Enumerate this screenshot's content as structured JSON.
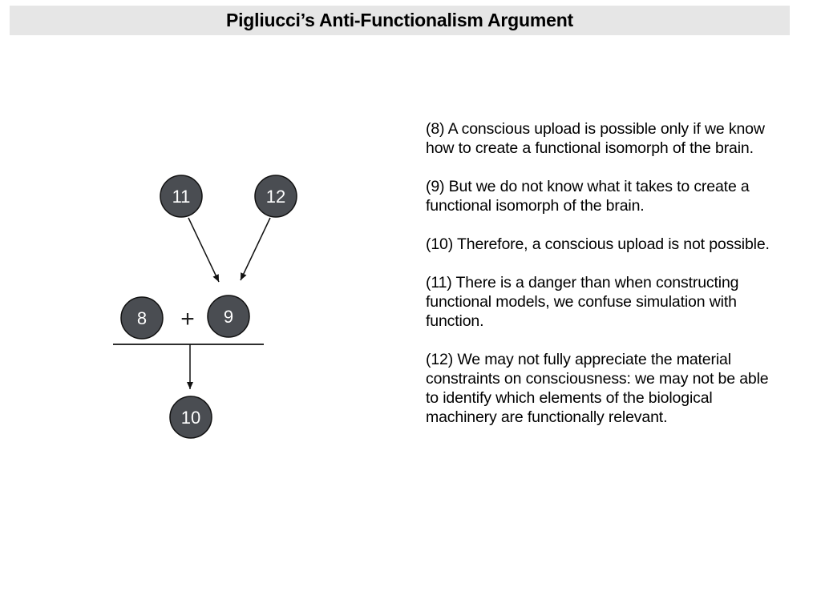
{
  "title": "Pigliucci’s Anti-Functionalism Argument",
  "diagram": {
    "nodes": {
      "n11": "11",
      "n12": "12",
      "n8": "8",
      "n9": "9",
      "n10": "10"
    },
    "operator": "+"
  },
  "premises": [
    "(8) A conscious upload is possible only if we know how to create a functional isomorph of the brain.",
    "(9) But we do not know what it takes to create a functional isomorph of the brain.",
    "(10) Therefore, a conscious upload is not possible.",
    "(11) There is a danger than when constructing functional models, we confuse simulation with function.",
    "(12) We may not fully appreciate the material constraints on consciousness: we may not be able to identify which elements of the biological machinery are functionally relevant."
  ],
  "colors": {
    "node_fill": "#4a4d52",
    "node_stroke": "#111111",
    "title_bar": "#e6e6e6"
  }
}
